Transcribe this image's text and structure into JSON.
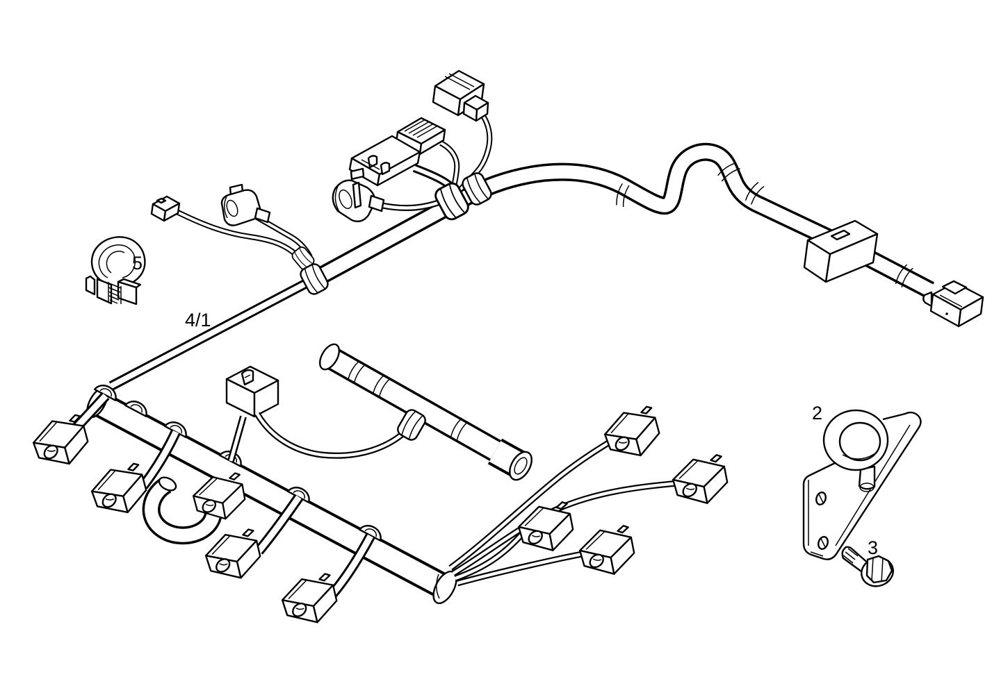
{
  "figure": {
    "type": "parts-diagram",
    "background_color": "#ffffff",
    "line_color": "#000000",
    "callouts": [
      {
        "ref": "5",
        "part": "cable-clamp-clip"
      },
      {
        "ref": "4/1",
        "part": "engine-wiring-harness"
      },
      {
        "ref": "2",
        "part": "holder-bracket"
      },
      {
        "ref": "3",
        "part": "hex-flange-bolt"
      }
    ]
  }
}
